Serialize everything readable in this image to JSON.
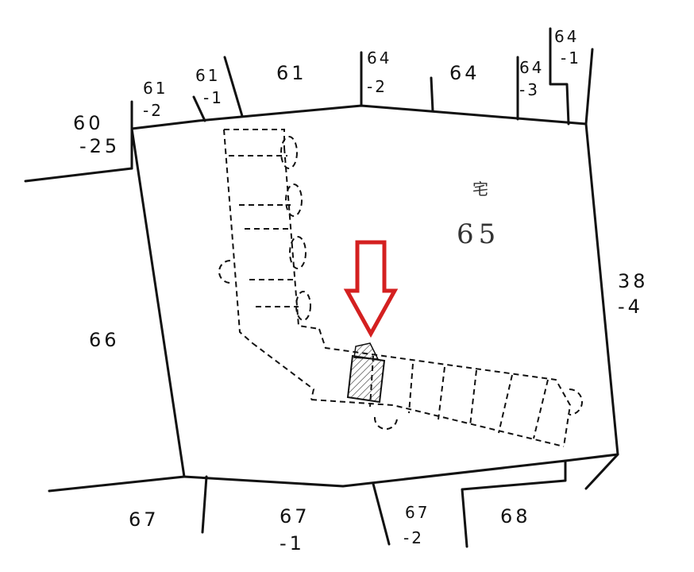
{
  "parcels": {
    "p60_25": {
      "l1": "60",
      "l2": "-25"
    },
    "p61_2": {
      "l1": "61",
      "l2": "-2"
    },
    "p61_1": {
      "l1": "61",
      "l2": "-1"
    },
    "p61": "61",
    "p64_2": {
      "l1": "64",
      "l2": "-2"
    },
    "p64": "64",
    "p64_3": {
      "l1": "64",
      "l2": "-3"
    },
    "p64_1": {
      "l1": "64",
      "l2": "-1"
    },
    "p38_4": {
      "l1": "38",
      "l2": "-4"
    },
    "p66": "66",
    "p67": "67",
    "p67_1": {
      "l1": "67",
      "l2": "-1"
    },
    "p67_2": {
      "l1": "67",
      "l2": "-2"
    },
    "p68": "68"
  },
  "main_parcel": {
    "mark": "宅",
    "number": "65"
  },
  "marker": {
    "color": "#d42020",
    "icon": "down-arrow-icon"
  }
}
